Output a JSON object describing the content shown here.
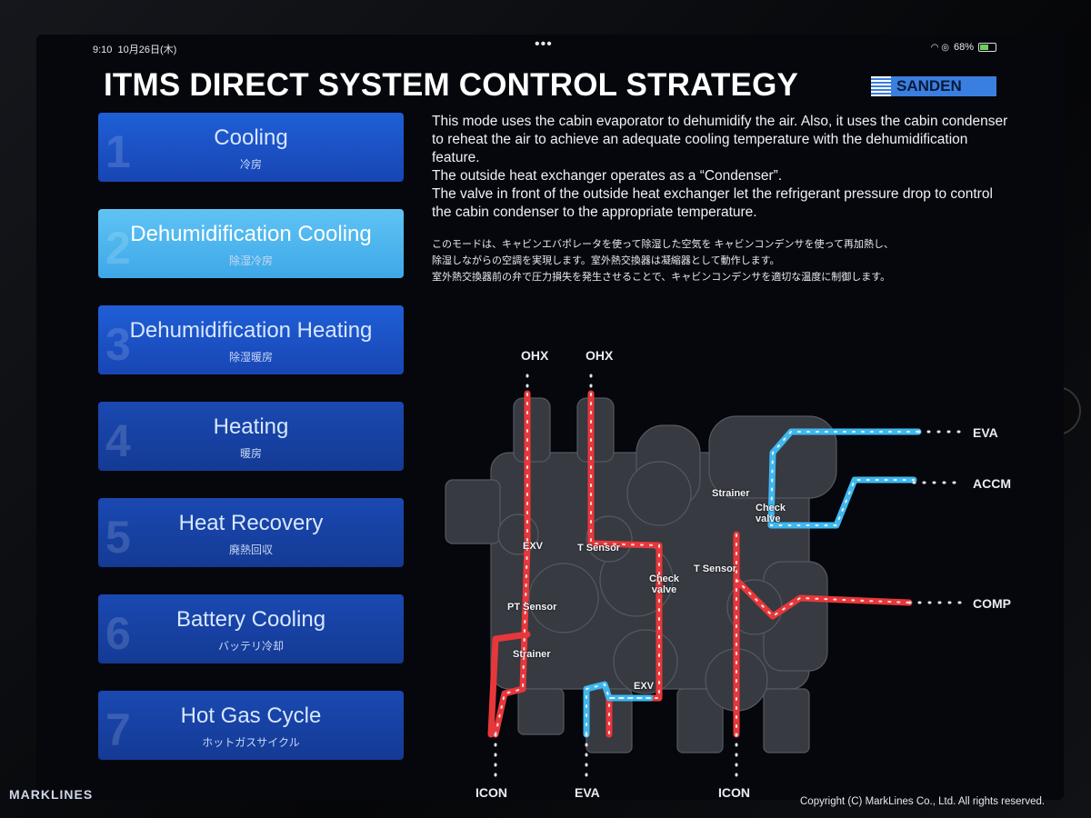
{
  "status": {
    "time": "9:10",
    "date": "10月26日(木)",
    "dots": "•••",
    "battery": "68%"
  },
  "title": "ITMS DIRECT SYSTEM CONTROL STRATEGY",
  "brand": "SANDEN",
  "modes": [
    {
      "num": "1",
      "label": "Cooling",
      "sub": "冷房"
    },
    {
      "num": "2",
      "label": "Dehumidification Cooling",
      "sub": "除湿冷房"
    },
    {
      "num": "3",
      "label": "Dehumidification Heating",
      "sub": "除湿暖房"
    },
    {
      "num": "4",
      "label": "Heating",
      "sub": "暖房"
    },
    {
      "num": "5",
      "label": "Heat Recovery",
      "sub": "廃熱回収"
    },
    {
      "num": "6",
      "label": "Battery Cooling",
      "sub": "バッテリ冷却"
    },
    {
      "num": "7",
      "label": "Hot Gas Cycle",
      "sub": "ホットガスサイクル"
    }
  ],
  "description_en": [
    "This mode uses the cabin evaporator to dehumidify the air. Also, it uses the cabin condenser to reheat the air to achieve an adequate cooling temperature with the dehumidification feature.",
    "The outside heat exchanger operates as a “Condenser”.",
    "The valve in front of the outside heat exchanger let the refrigerant pressure drop to control the cabin condenser to the appropriate temperature."
  ],
  "description_jp": [
    "このモードは、キャビンエバポレータを使って除湿した空気を キャビンコンデンサを使って再加熱し、",
    "除湿しながらの空調を実現します。室外熱交換器は凝縮器として動作します。",
    "室外熱交換器前の弁で圧力損失を発生させることで、キャビンコンデンサを適切な温度に制御します。"
  ],
  "diagram": {
    "ohx1": "OHX",
    "ohx2": "OHX",
    "eva_right": "EVA",
    "accm": "ACCM",
    "comp": "COMP",
    "icon_left": "ICON",
    "eva_bottom": "EVA",
    "icon_bottom": "ICON",
    "exv1": "EXV",
    "exv2": "EXV",
    "t_sensor1": "T Sensor",
    "t_sensor2": "T Sensor",
    "pt_sensor": "PT Sensor",
    "strainer1": "Strainer",
    "strainer2": "Strainer",
    "check_valve1": "Check\nvalve",
    "check_valve2": "Check\nvalve",
    "colors": {
      "hot": "#e8373a",
      "cold": "#3fb7ef"
    }
  },
  "footer": {
    "logo": "MARKLINES",
    "copyright": "Copyright (C) MarkLines Co., Ltd. All rights reserved."
  }
}
